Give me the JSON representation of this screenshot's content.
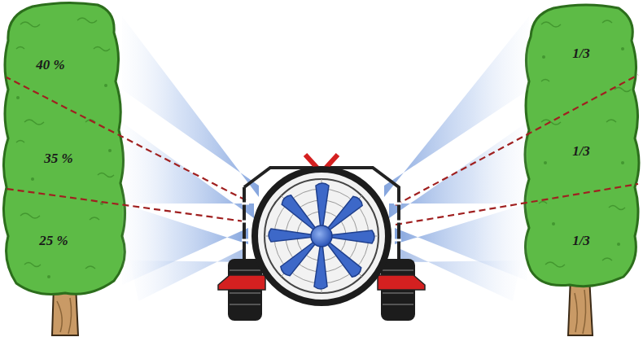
{
  "diagram": {
    "labels": [
      "40 %",
      "35 %",
      "25 %",
      "1/3",
      "1/3",
      "1/3"
    ]
  }
}
